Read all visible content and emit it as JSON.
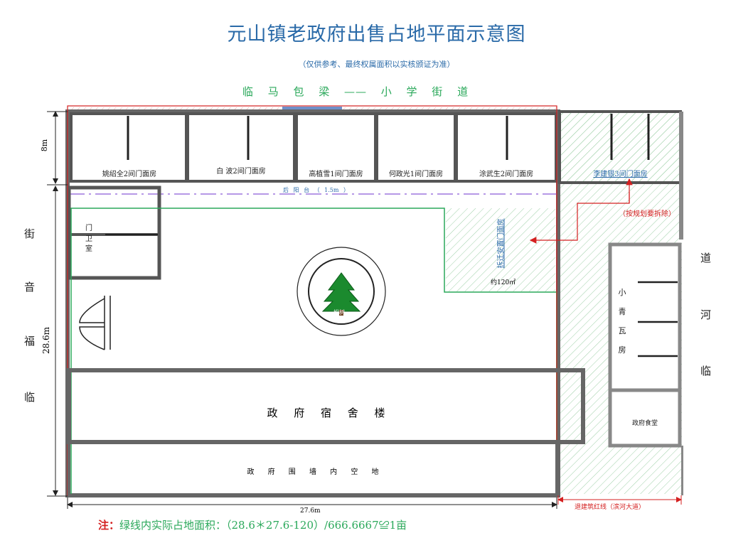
{
  "title": "元山镇老政府出售占地平面示意图",
  "subtitle": "（仅供参考、最终权属面积以实核颁证为准）",
  "streets": {
    "top": "临 马 包 梁 —— 小 学 街 道",
    "left": [
      "街",
      "音",
      "福",
      "临"
    ],
    "right": [
      "道",
      "河",
      "临"
    ]
  },
  "dimensions": {
    "top_band": "8m",
    "depth": "28.6m",
    "width": "27.6m"
  },
  "shops": [
    {
      "label": "姚绍全2间门面房"
    },
    {
      "label": "白 波2间门面房"
    },
    {
      "label": "高植雪1间门面房"
    },
    {
      "label": "何政光1间门面房"
    },
    {
      "label": "涂武生2间门面房"
    }
  ],
  "rear_building": "李建银3间门面房",
  "demolish_note": "（按规划要拆除）",
  "terrace": "后 阳 台 （ 1.5m ）",
  "guard_room": [
    "门",
    "卫",
    "室"
  ],
  "relocated_shop": "拆迁安置门面房",
  "relocated_area": "约120㎡",
  "tree_label": "松树",
  "dorm": "政 府 宿 舍 楼",
  "yard": "政 府 围 墙 内 空 地",
  "tile_house": [
    "小",
    "青",
    "瓦",
    "房"
  ],
  "canteen": "政府食堂",
  "setback": "退建筑红线（滨河大道）",
  "note_prefix": "注：",
  "note_text": "绿线内实际占地面积：（28.6＊27.6-120）/666.6667≌1亩",
  "colors": {
    "title": "#2a6aa8",
    "green_line": "#2aa85a",
    "red_line": "#d42020",
    "wall": "#555555",
    "link_text": "#2a6aa8"
  }
}
